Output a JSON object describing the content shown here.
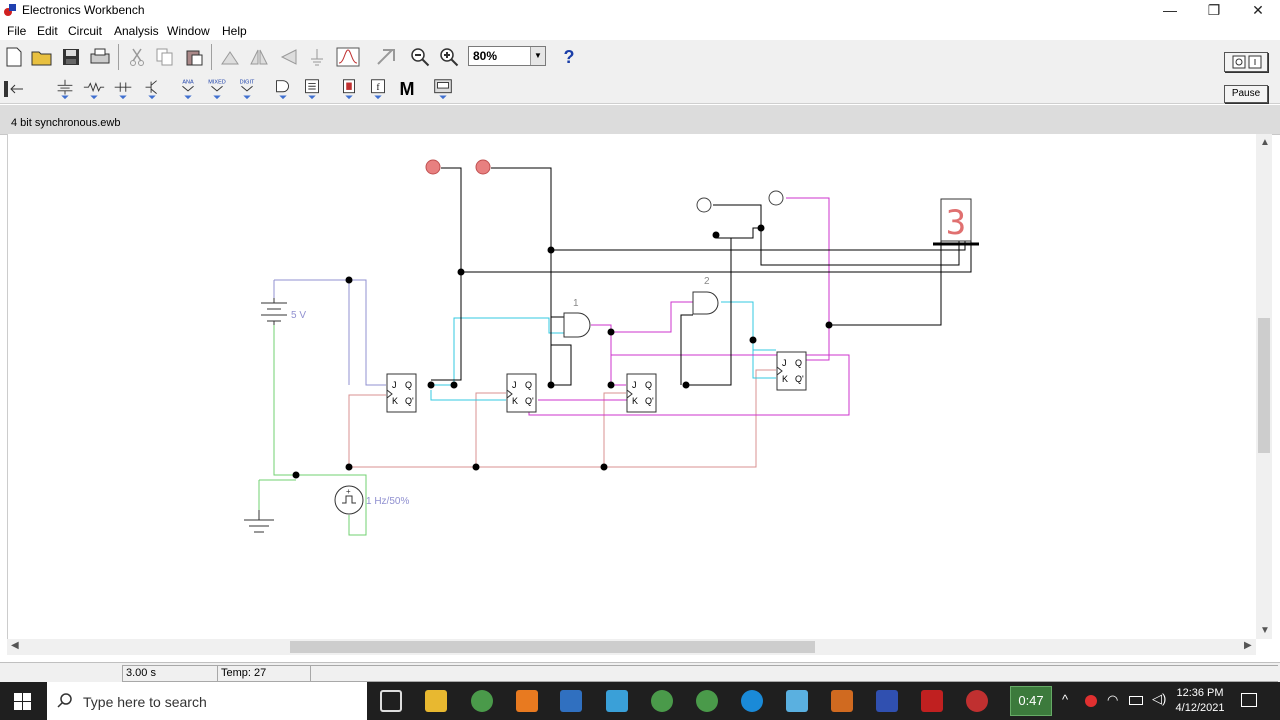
{
  "window": {
    "title": "Electronics Workbench",
    "minimize_glyph": "—",
    "restore_glyph": "❐",
    "close_glyph": "✕"
  },
  "menu": [
    "File",
    "Edit",
    "Circuit",
    "Analysis",
    "Window",
    "Help"
  ],
  "toolbar": {
    "zoom_value": "80%",
    "help_label": "?",
    "pause_label": "Pause",
    "parts_bin_labels": [
      "ANA",
      "MIXED",
      "DIGIT"
    ],
    "m_label": "M"
  },
  "document": {
    "title": "4 bit synchronous.ewb"
  },
  "circuit": {
    "battery_label": "5 V",
    "clock_label": "1 Hz/50%",
    "and_gate_1_label": "1",
    "and_gate_2_label": "2",
    "display_digit": "3",
    "ff_pin_labels": {
      "j": "J",
      "q": "Q",
      "k": "K",
      "qn": "Q'"
    },
    "wire_colors": {
      "black": "#000000",
      "cyan": "#33c8e0",
      "magenta": "#cc33cc",
      "pink": "#d89090",
      "green": "#70d070",
      "lavender": "#9090d0"
    }
  },
  "status": {
    "time": "3.00 s",
    "temp": "Temp:  27"
  },
  "taskbar": {
    "search_placeholder": "Type here to search",
    "gpu_time": "0:47",
    "clock_time": "12:36 PM",
    "clock_date": "4/12/2021"
  }
}
